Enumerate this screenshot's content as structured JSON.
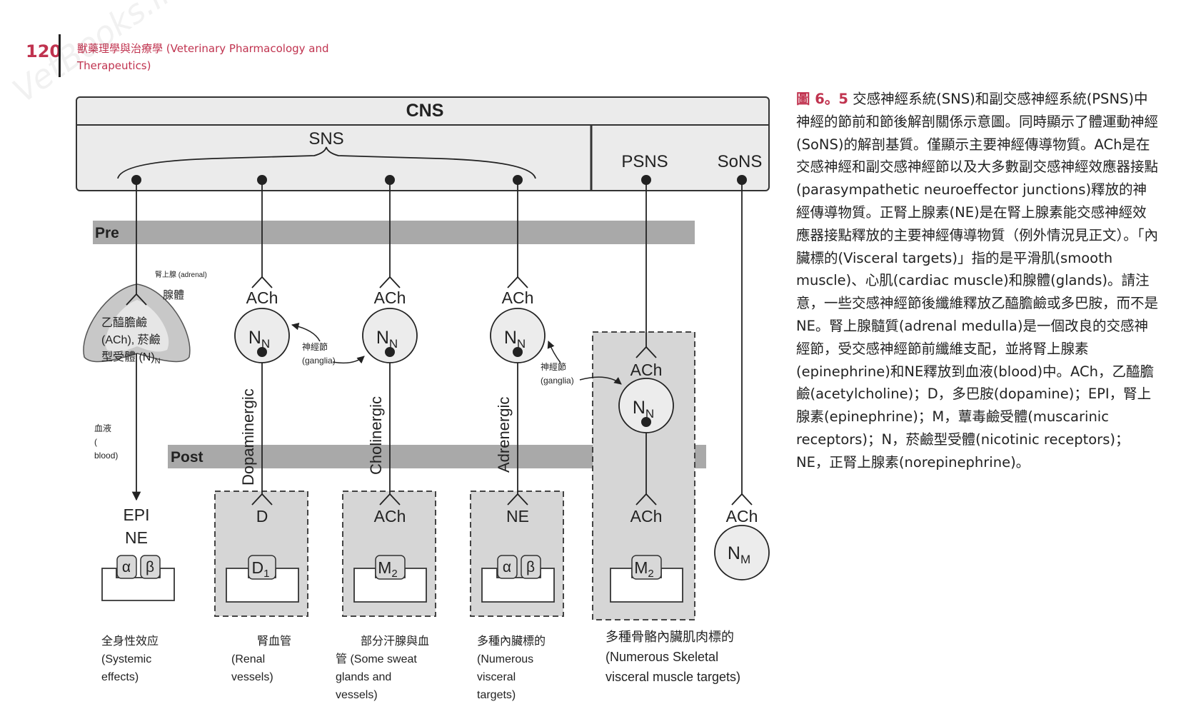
{
  "header": {
    "page_number": "120",
    "book_title": "獸藥理學與治療學 (Veterinary Pharmacology and Therapeutics)",
    "watermark": "VetBooks.ir"
  },
  "diagram": {
    "cns": "CNS",
    "sns": "SNS",
    "psns": "PSNS",
    "sons": "SoNS",
    "pre": "Pre",
    "post": "Post",
    "adrenal_label": "腎上腺 (adrenal)",
    "gland_label": "腺體",
    "adrenal_ach_line1": "乙醯膽鹼",
    "adrenal_ach_line2": "(ACh), 菸鹼",
    "adrenal_ach_line3": "型受體 (N)",
    "adrenal_ach_sub": "N",
    "blood_line1": "血液",
    "blood_line2": "(",
    "blood_line3": "blood)",
    "ach": "ACh",
    "nn_main": "N",
    "nn_sub": "N",
    "nm_main": "N",
    "nm_sub": "M",
    "ganglia_zh": "神經節",
    "ganglia_en": "(ganglia)",
    "dopaminergic": "Dopaminergic",
    "cholinergic": "Cholinergic",
    "adrenergic": "Adrenergic",
    "epi": "EPI",
    "ne": "NE",
    "d": "D",
    "alpha": "α",
    "beta": "β",
    "d1_main": "D",
    "d1_sub": "1",
    "m2_main": "M",
    "m2_sub": "2",
    "targets": {
      "systemic_line1": "全身性效应",
      "systemic_line2": "(Systemic",
      "systemic_line3": "effects)",
      "renal_line1": "腎血管",
      "renal_line2": "(Renal",
      "renal_line3": "vessels)",
      "sweat_line1": "部分汗腺與血",
      "sweat_line2": "管 (Some sweat",
      "sweat_line3": "glands and",
      "sweat_line4": "vessels)",
      "visceral_line1": "多種內臟標的",
      "visceral_line2": "(Numerous",
      "visceral_line3": "visceral",
      "visceral_line4": "targets)",
      "skeletal_line1": "多種骨骼內臟肌肉標的",
      "skeletal_line2": "(Numerous Skeletal",
      "skeletal_line3": "visceral muscle targets)"
    }
  },
  "caption": {
    "label": "圖 6。5",
    "text": " 交感神經系統(SNS)和副交感神經系統(PSNS)中神經的節前和節後解剖關係示意圖。同時顯示了體運動神經(SoNS)的解剖基質。僅顯示主要神經傳導物質。ACh是在交感神經和副交感神經節以及大多數副交感神經效應器接點(parasympathetic neuroeffector junctions)釋放的神經傳導物質。正腎上腺素(NE)是在腎上腺素能交感神經效應器接點釋放的主要神經傳導物質（例外情況見正文）。「內臟標的(Visceral targets)」指的是平滑肌(smooth muscle)、心肌(cardiac muscle)和腺體(glands)。請注意，一些交感神經節後纖維釋放乙醯膽鹼或多巴胺，而不是NE。腎上腺髓質(adrenal medulla)是一個改良的交感神經節，受交感神經節前纖維支配，並將腎上腺素(epinephrine)和NE釋放到血液(blood)中。ACh，乙醯膽鹼(acetylcholine)；D，多巴胺(dopamine)；EPI，腎上腺素(epinephrine)；M，蕈毒鹼受體(muscarinic receptors)；N，菸鹼型受體(nicotinic receptors)；NE，正腎上腺素(norepinephrine)。"
  }
}
